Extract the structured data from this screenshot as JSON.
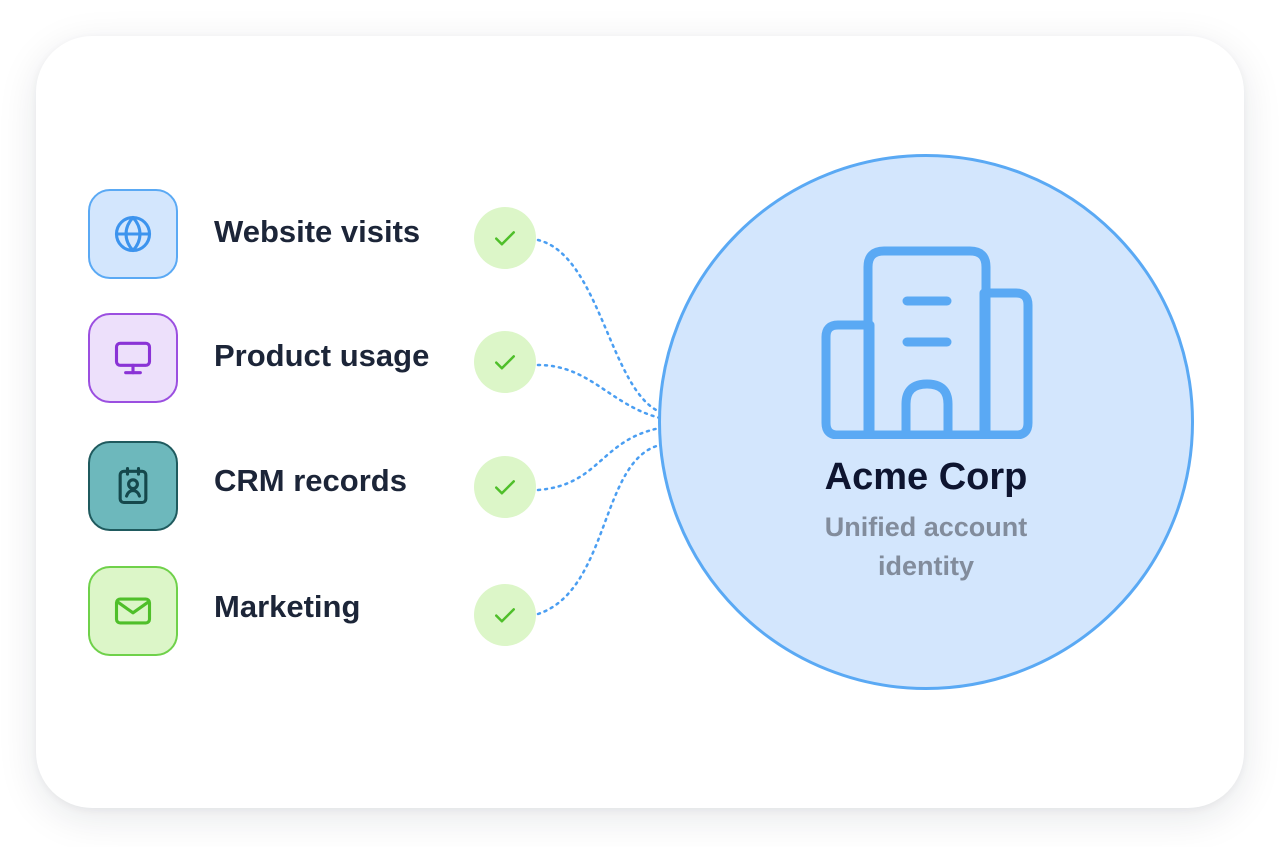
{
  "sources": [
    {
      "label": "Website visits",
      "icon": "globe-icon",
      "bg": "#d3e6fd",
      "border": "#5aa9f4",
      "stroke": "#3d94ee"
    },
    {
      "label": "Product usage",
      "icon": "monitor-icon",
      "bg": "#ede0fb",
      "border": "#9b4fe0",
      "stroke": "#8a33d6"
    },
    {
      "label": "CRM records",
      "icon": "id-badge-icon",
      "bg": "#6db8bc",
      "border": "#1f5a5e",
      "stroke": "#15484c"
    },
    {
      "label": "Marketing",
      "icon": "envelope-icon",
      "bg": "#dcf6c8",
      "border": "#6fd14a",
      "stroke": "#4fbf2a"
    }
  ],
  "check": {
    "icon": "check-icon",
    "bg": "#dcf6c8",
    "stroke": "#4fbf2a"
  },
  "connector": {
    "color": "#4a9ef2",
    "style": "dotted"
  },
  "hub": {
    "title": "Acme Corp",
    "subtitle": "Unified account identity",
    "icon": "building-icon",
    "bg": "#d3e6fd",
    "border": "#5aa9f4",
    "stroke": "#5aa9f4"
  }
}
